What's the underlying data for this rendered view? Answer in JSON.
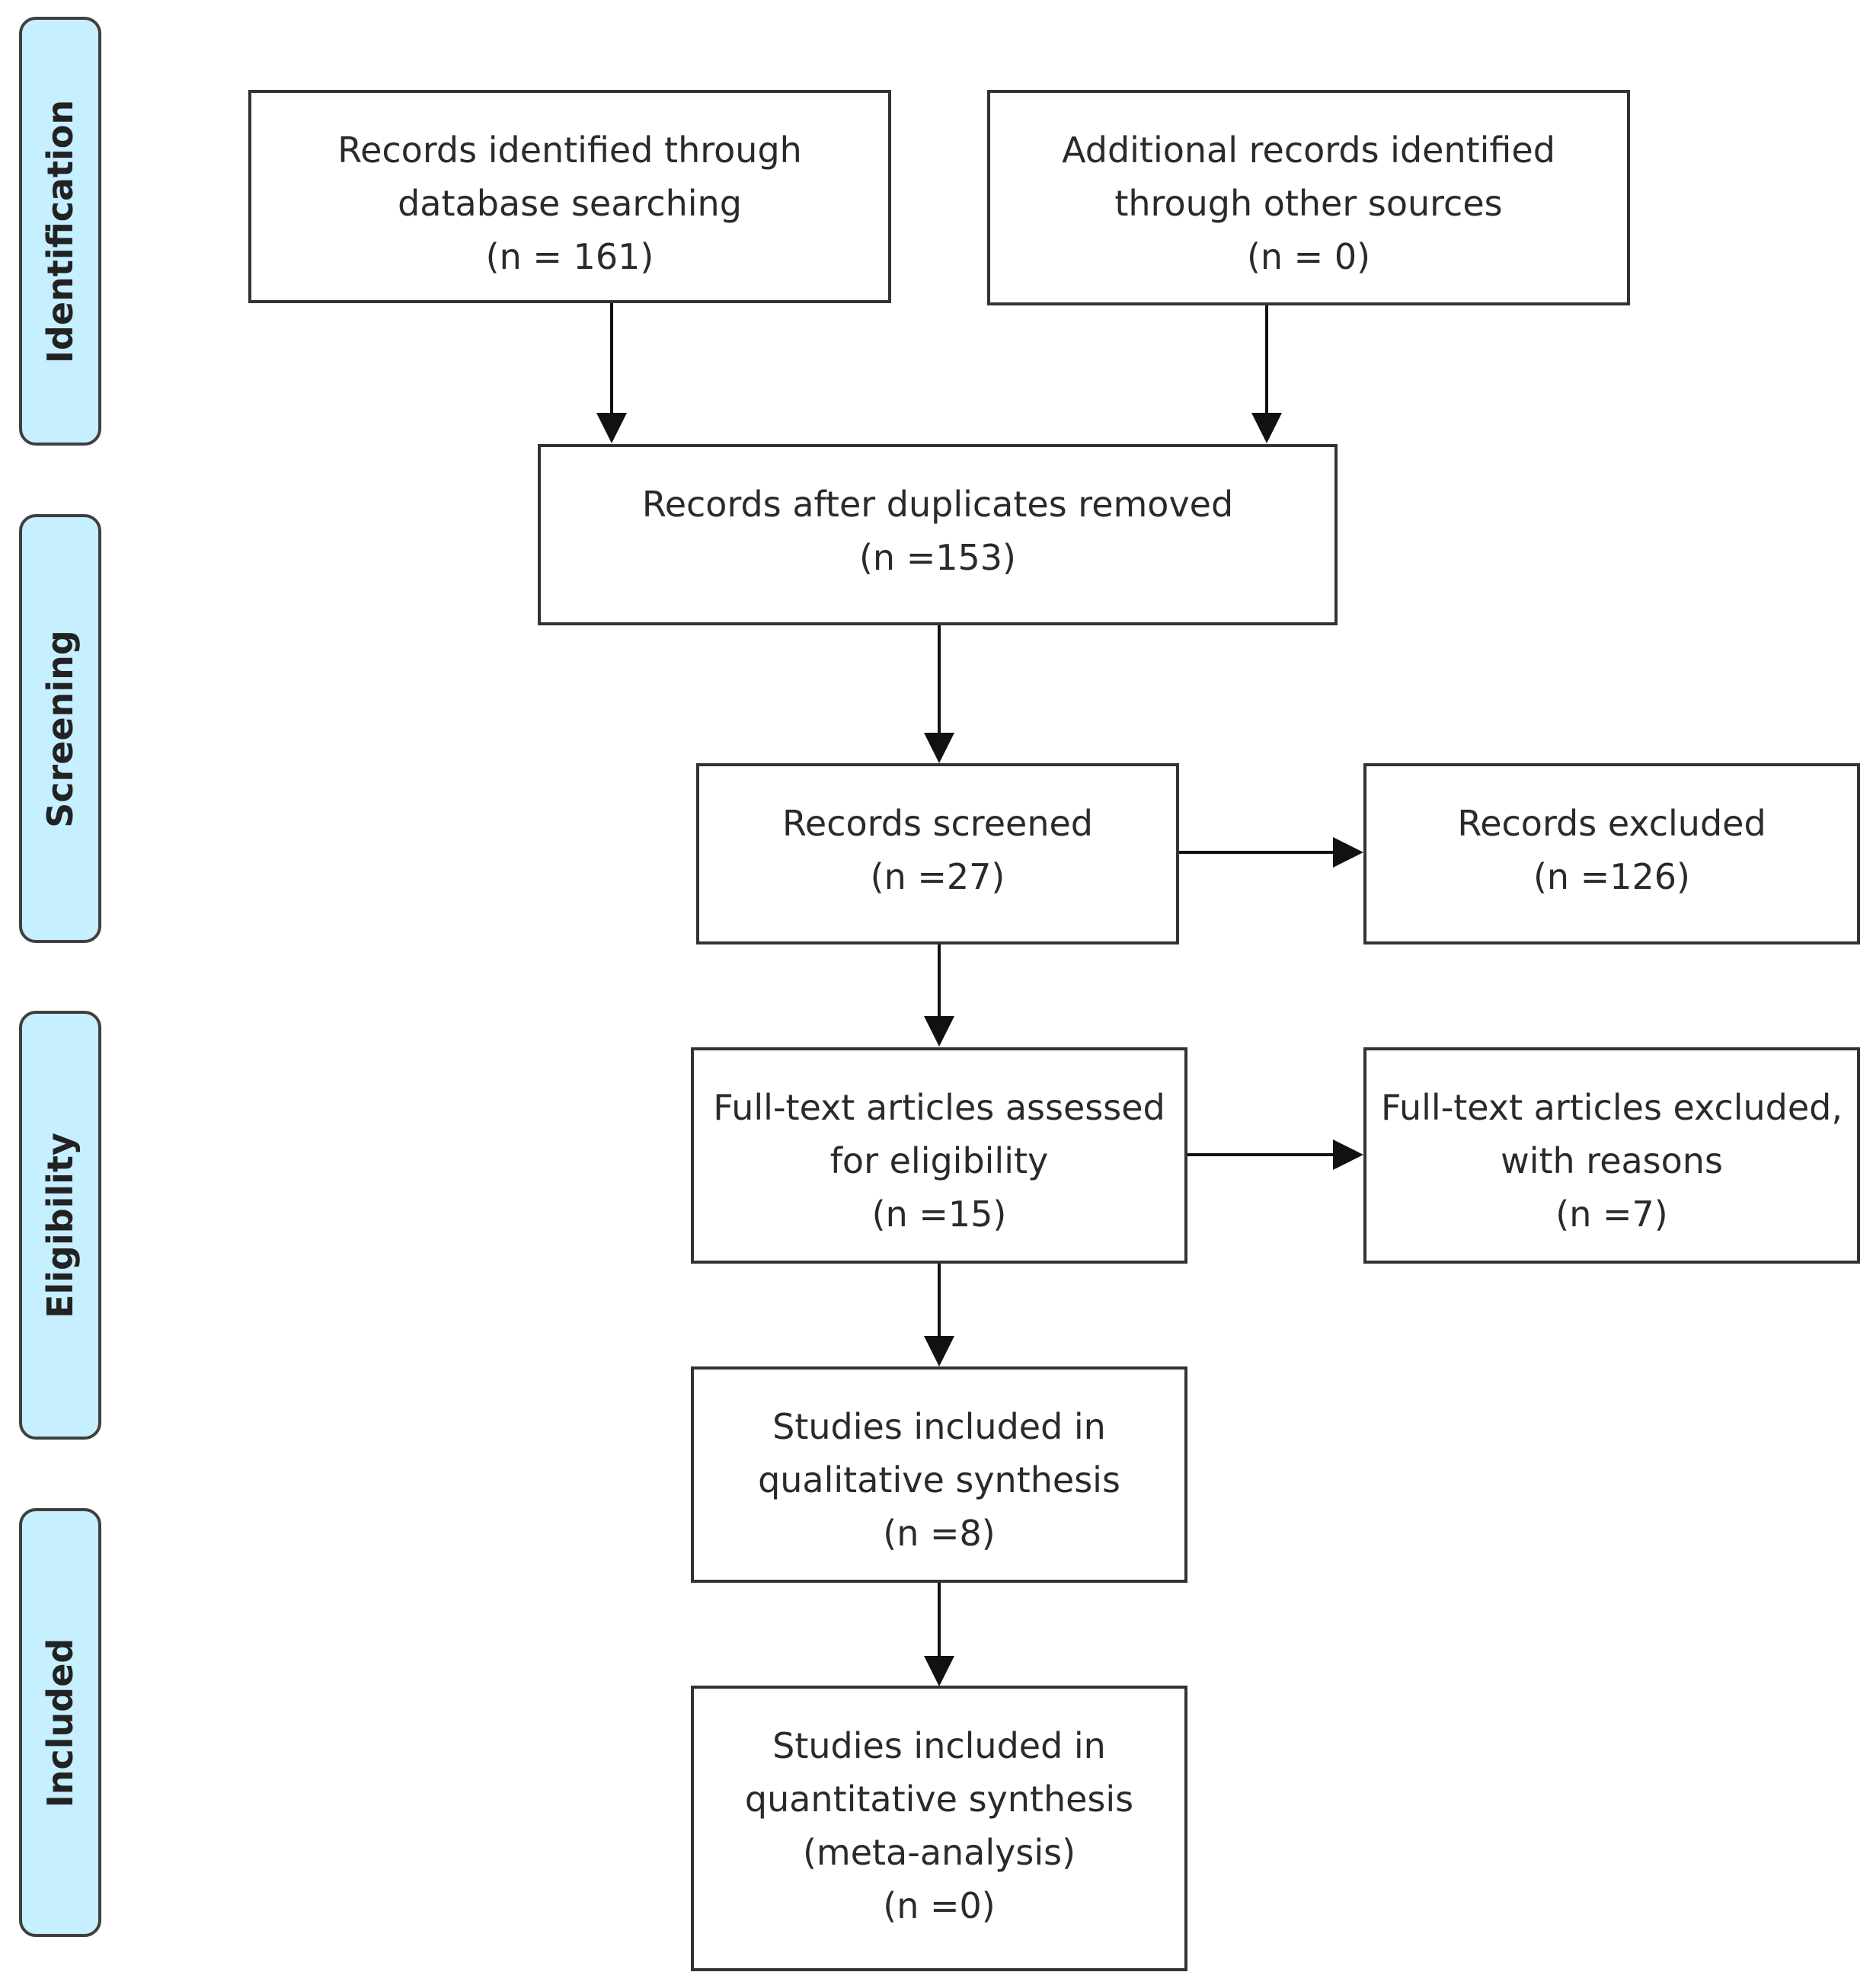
{
  "stages": {
    "identification": "Identification",
    "screening": "Screening",
    "eligibility": "Eligibility",
    "included": "Included"
  },
  "boxes": {
    "database_search": {
      "lines": [
        "Records identified through",
        "database searching",
        "(n = 161)"
      ]
    },
    "other_sources": {
      "lines": [
        "Additional records identified",
        "through other sources",
        "(n = 0)"
      ]
    },
    "duplicates_removed": {
      "lines": [
        "Records after duplicates removed",
        "(n =153)"
      ]
    },
    "screened": {
      "lines": [
        "Records screened",
        "(n =27)"
      ]
    },
    "excluded": {
      "lines": [
        "Records excluded",
        "(n =126)"
      ]
    },
    "fulltext_assessed": {
      "lines": [
        "Full-text articles assessed",
        "for eligibility",
        "(n =15)"
      ]
    },
    "fulltext_excluded": {
      "lines": [
        "Full-text articles excluded,",
        "with reasons",
        "(n =7)"
      ]
    },
    "qualitative": {
      "lines": [
        "Studies included in",
        "qualitative synthesis",
        "(n =8)"
      ]
    },
    "quantitative": {
      "lines": [
        "Studies included in",
        "quantitative synthesis",
        "(meta-analysis)",
        "(n =0)"
      ]
    }
  }
}
